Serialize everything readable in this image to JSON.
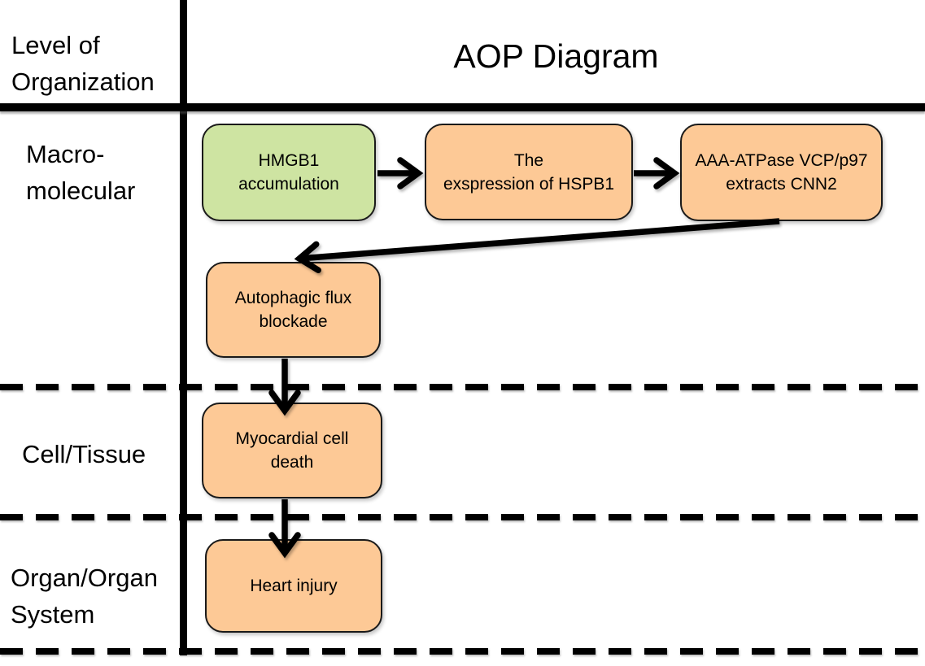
{
  "table": {
    "row_header_title": "Level of\nOrganization",
    "diagram_title": "AOP Diagram"
  },
  "levels": [
    {
      "label": "Macro-\nmolecular"
    },
    {
      "label": "Cell/Tissue"
    },
    {
      "label": "Organ/Organ\nSystem"
    }
  ],
  "nodes": [
    {
      "id": "hmgb1-accumulation",
      "label": "HMGB1\naccumulation",
      "level": "Macro-molecular",
      "fill": "#cee4a2"
    },
    {
      "id": "hspb1-expression",
      "label": "The\nexspression of HSPB1",
      "level": "Macro-molecular",
      "fill": "#fdc996"
    },
    {
      "id": "vcp-p97-extracts-cnn2",
      "label": "AAA-ATPase VCP/p97\nextracts CNN2",
      "level": "Macro-molecular",
      "fill": "#fdc996"
    },
    {
      "id": "autophagic-flux-blockade",
      "label": "Autophagic flux\nblockade",
      "level": "Macro-molecular",
      "fill": "#fdc996"
    },
    {
      "id": "myocardial-cell-death",
      "label": "Myocardial cell\ndeath",
      "level": "Cell/Tissue",
      "fill": "#fdc996"
    },
    {
      "id": "heart-injury",
      "label": "Heart injury",
      "level": "Organ/Organ System",
      "fill": "#fdc996"
    }
  ],
  "edges": [
    {
      "from": "HMGB1 accumulation",
      "to": "The exspression of HSPB1"
    },
    {
      "from": "The exspression of HSPB1",
      "to": "AAA-ATPase VCP/p97 extracts CNN2"
    },
    {
      "from": "AAA-ATPase VCP/p97 extracts CNN2",
      "to": "Autophagic flux blockade"
    },
    {
      "from": "Autophagic flux blockade",
      "to": "Myocardial cell death"
    },
    {
      "from": "Myocardial cell death",
      "to": "Heart injury"
    }
  ],
  "colors": {
    "node_green": "#cee4a2",
    "node_orange": "#fdc996",
    "line_black": "#000000",
    "background": "#ffffff"
  }
}
